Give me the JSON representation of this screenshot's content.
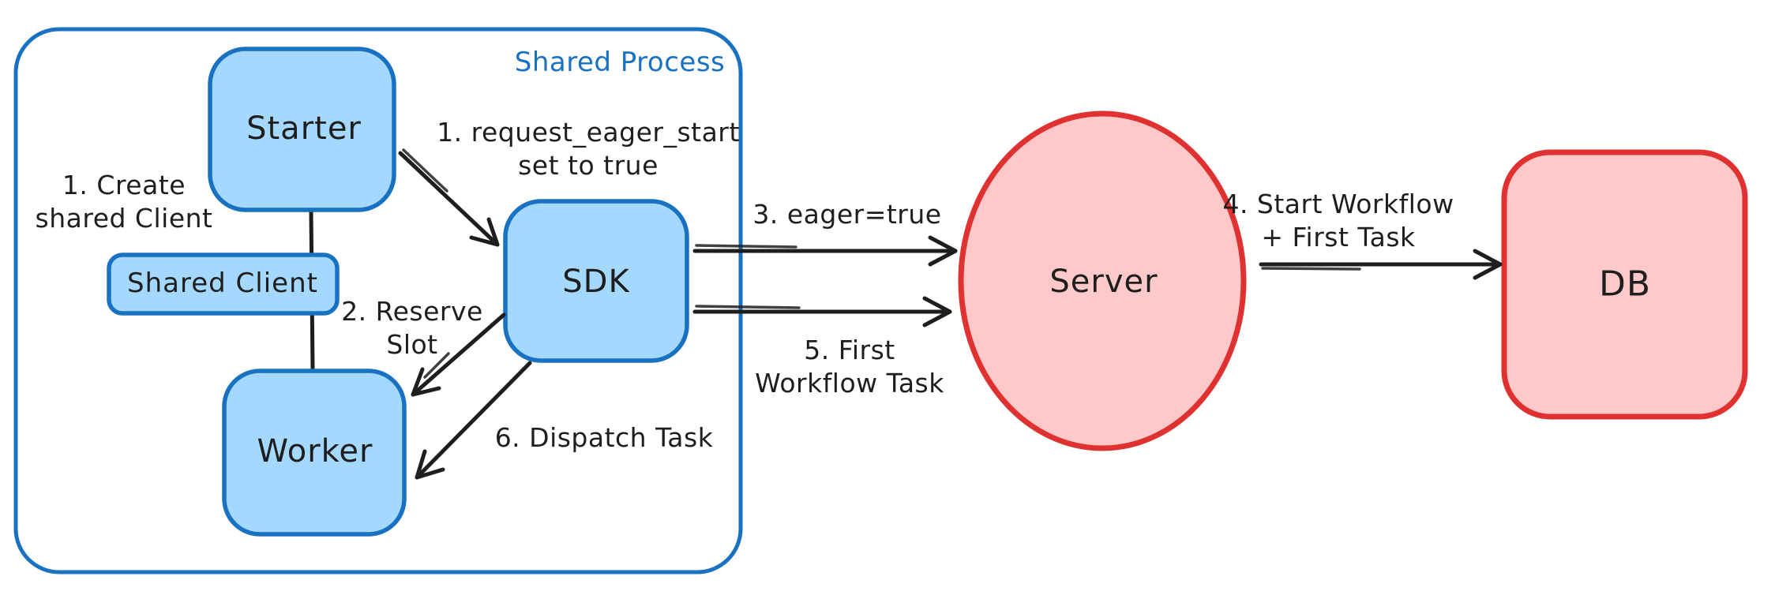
{
  "colors": {
    "background": "#ffffff",
    "ink": "#1e1e1e",
    "blue_stroke": "#1971c2",
    "blue_fill": "#a5d8ff",
    "red_stroke": "#e03131",
    "red_fill": "#ffc9c9"
  },
  "shared_process": {
    "label": "Shared Process",
    "nodes": {
      "starter": "Starter",
      "shared_client": "Shared Client",
      "worker": "Worker",
      "sdk": "SDK"
    }
  },
  "external_nodes": {
    "server": "Server",
    "db": "DB"
  },
  "edge_labels": {
    "create_client": {
      "line1": "1. Create",
      "line2": "shared Client"
    },
    "request_eager_start": {
      "line1": "1. request_eager_start",
      "line2": "set to true"
    },
    "reserve_slot": {
      "line1": "2. Reserve",
      "line2": "Slot"
    },
    "eager_true": {
      "line1": "3. eager=true"
    },
    "start_workflow": {
      "line1": "4. Start Workflow",
      "line2": "+ First Task"
    },
    "first_workflow_task": {
      "line1": "5. First",
      "line2": "Workflow Task"
    },
    "dispatch_task": {
      "line1": "6. Dispatch Task"
    }
  }
}
